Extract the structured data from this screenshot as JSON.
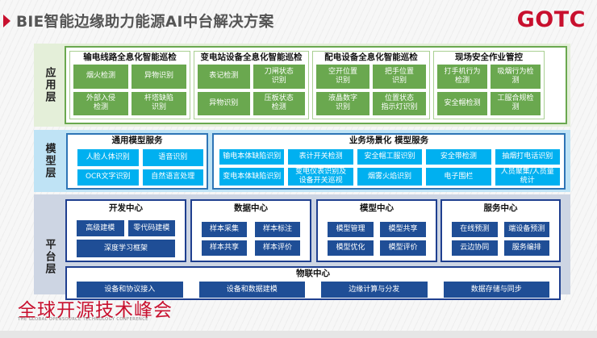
{
  "header": {
    "title": "BIE智能边缘助力能源AI中台解决方案",
    "logo": "GOTC"
  },
  "footer": {
    "conference_cn": "全球开源技术峰会",
    "conference_en": "THE GLOBAL OPENSOURCE TECHNOLOGY CONFERENCE"
  },
  "colors": {
    "brand_red": "#c8102e",
    "app_green": "#6aa84f",
    "model_cyan": "#00b0f0",
    "platform_navy": "#1f4e96"
  },
  "app_layer": {
    "label": "应用层",
    "groups": [
      {
        "title": "输电线路全息化智能巡检",
        "items": [
          "烟火检测",
          "异物识别",
          "外部入侵\n检测",
          "杆塔缺陷\n识别"
        ]
      },
      {
        "title": "变电站设备全息化智能巡检",
        "items": [
          "表记检测",
          "刀闸状态\n识别",
          "异物识别",
          "压板状态\n检测"
        ]
      },
      {
        "title": "配电设备全息化智能巡检",
        "items": [
          "空开位置\n识别",
          "把手位置\n识别",
          "液晶数字\n识别",
          "位置状态\n指示灯识别"
        ]
      },
      {
        "title": "现场安全作业管控",
        "items": [
          "打手机行为\n检测",
          "吸烟行为检\n测",
          "安全帽检测",
          "工服合规检\n测"
        ]
      }
    ]
  },
  "model_layer": {
    "label": "模型层",
    "general": {
      "title": "通用模型服务",
      "items": [
        "人脸人体识别",
        "语音识别",
        "OCR文字识别",
        "自然语言处理"
      ]
    },
    "business": {
      "title": "业务场景化 模型服务",
      "items": [
        "输电本体缺陷识别",
        "表计开关检测",
        "安全帽工服识别",
        "安全带检测",
        "抽烟打电话识别",
        "变电本体缺陷识别",
        "变电仪表识别及\n设备开关巡视",
        "烟雾火焰识别",
        "电子围栏",
        "人员聚集/人员量\n统计"
      ]
    }
  },
  "platform_layer": {
    "label": "平台层",
    "centers": [
      {
        "title": "开发中心",
        "items": [
          "高级建模",
          "零代码建模",
          "深度学习框架"
        ]
      },
      {
        "title": "数据中心",
        "items": [
          "样本采集",
          "样本标注",
          "样本共享",
          "样本评价"
        ]
      },
      {
        "title": "模型中心",
        "items": [
          "模型管理",
          "模型共享",
          "模型优化",
          "模型评价"
        ]
      },
      {
        "title": "服务中心",
        "items": [
          "在线预测",
          "端设备预测",
          "云边协同",
          "服务编排"
        ]
      }
    ],
    "iot": {
      "title": "物联中心",
      "items": [
        "设备和协议接入",
        "设备和数据建模",
        "边缘计算与分发",
        "数据存储与同步"
      ]
    }
  }
}
